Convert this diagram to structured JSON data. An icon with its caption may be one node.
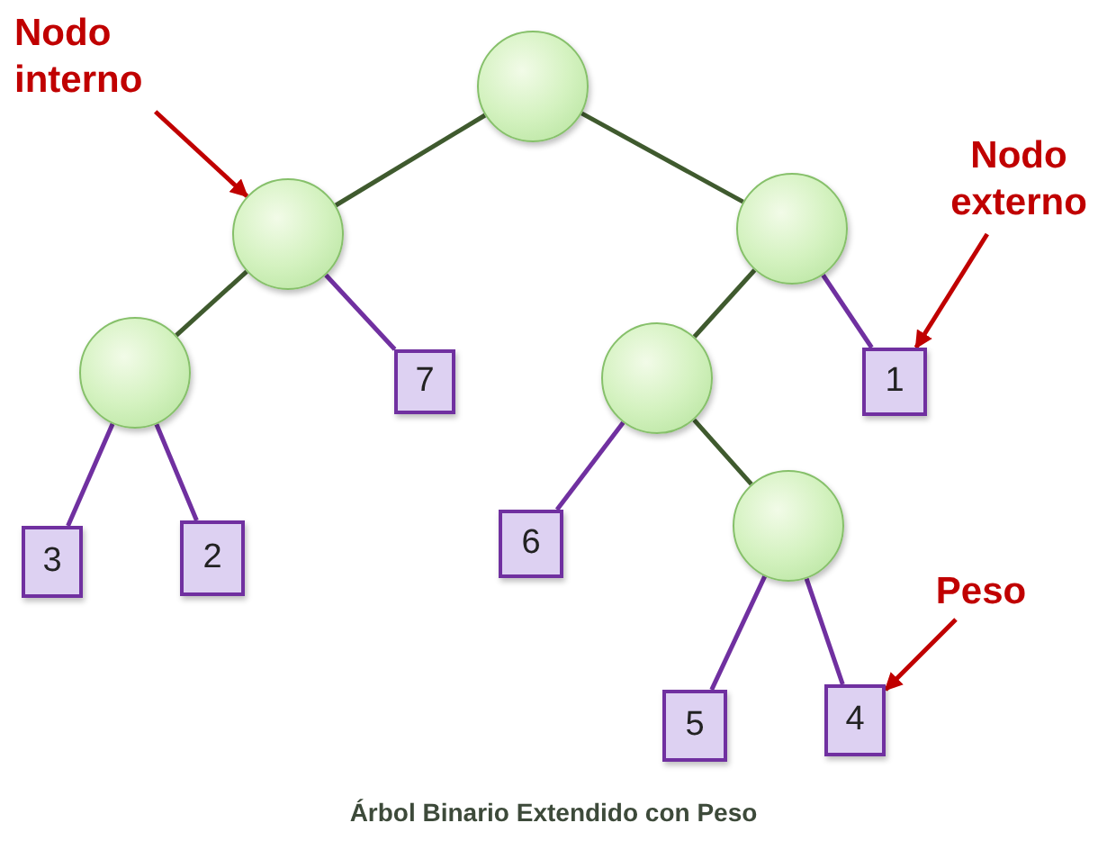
{
  "diagram": {
    "caption": "Árbol Binario Extendido con Peso",
    "nodes": [
      {
        "text": [
          "Nodo interno"
        ]
      },
      {
        "text": [],
        "shape": "circle"
      },
      {
        "text": [],
        "shape": "circle"
      },
      {
        "text": [],
        "shape": "circle"
      },
      {
        "text": [
          "Nodo externo"
        ]
      },
      {
        "text": [],
        "shape": "circle"
      },
      {
        "text": [
          "7"
        ]
      },
      {
        "text": [],
        "shape": "circle"
      },
      {
        "text": [
          "1"
        ]
      },
      {
        "text": [],
        "shape": "circle"
      },
      {
        "text": [
          "3"
        ]
      },
      {
        "text": [
          "2"
        ]
      },
      {
        "text": [
          "6"
        ]
      },
      {
        "text": [
          "Peso"
        ]
      },
      {
        "text": [
          "5"
        ]
      },
      {
        "text": [
          "4"
        ]
      }
    ],
    "edges": [
      {
        "from": 1,
        "to": 2,
        "arrow": "none",
        "color": "#3f5a2e"
      },
      {
        "from": 1,
        "to": 3,
        "arrow": "none",
        "color": "#3f5a2e"
      },
      {
        "from": 2,
        "to": 5,
        "arrow": "none",
        "color": "#3f5a2e"
      },
      {
        "from": 2,
        "to": 6,
        "arrow": "none"
      },
      {
        "from": 3,
        "to": 7,
        "arrow": "none",
        "color": "#3f5a2e"
      },
      {
        "from": 3,
        "to": 8,
        "arrow": "none"
      },
      {
        "from": 5,
        "to": 10,
        "arrow": "none"
      },
      {
        "from": 5,
        "to": 11,
        "arrow": "none"
      },
      {
        "from": 7,
        "to": 12,
        "arrow": "none"
      },
      {
        "from": 7,
        "to": 9,
        "arrow": "none",
        "color": "#3f5a2e"
      },
      {
        "from": 9,
        "to": 14,
        "arrow": "none"
      },
      {
        "from": 9,
        "to": 15,
        "arrow": "none"
      },
      {
        "from": 0,
        "to": 2,
        "arrow": "to",
        "color": "#c00000"
      },
      {
        "from": 4,
        "to": 8,
        "arrow": "to",
        "color": "#c00000"
      },
      {
        "from": 13,
        "to": 15,
        "arrow": "to",
        "color": "#c00000"
      }
    ]
  }
}
